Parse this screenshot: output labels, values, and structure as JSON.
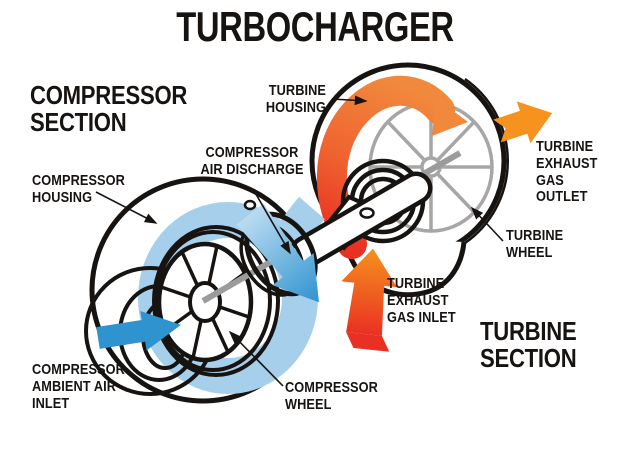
{
  "title": "TURBOCHARGER",
  "sections": {
    "compressor": "COMPRESSOR\nSECTION",
    "turbine": "TURBINE\nSECTION"
  },
  "labels": {
    "turbine_housing": "TURBINE\nHOUSING",
    "compressor_air_discharge": "COMPRESSOR\nAIR DISCHARGE",
    "compressor_housing": "COMPRESSOR\nHOUSING",
    "turbine_exhaust_gas_outlet": "TURBINE\nEXHAUST\nGAS OUTLET",
    "turbine_wheel": "TURBINE\nWHEEL",
    "turbine_exhaust_gas_inlet": "TURBINE\nEXHAUST\nGAS INLET",
    "compressor_ambient_air_inlet": "COMPRESSOR\nAMBIENT AIR\nINLET",
    "compressor_wheel": "COMPRESSOR\nWHEEL"
  },
  "colors": {
    "black": "#161311",
    "orange": "#F6921E",
    "orange_soft": "#F1893D",
    "red": "#E93123",
    "light_blue": "#A5CFEA",
    "blue": "#2E93CF",
    "blue_pale": "#BBDCF2",
    "gray_wheel": "#A7A5A6",
    "gray_shaft": "#9B9B9B"
  }
}
